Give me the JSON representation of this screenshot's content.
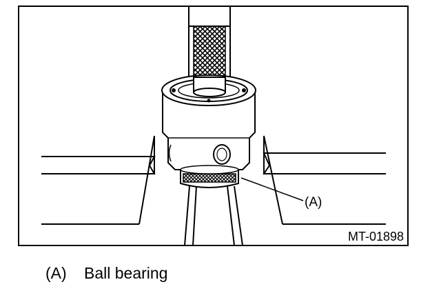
{
  "figure": {
    "callout": "(A)",
    "figure_id": "MT-01898"
  },
  "legend": {
    "key": "(A)",
    "label": "Ball bearing"
  }
}
